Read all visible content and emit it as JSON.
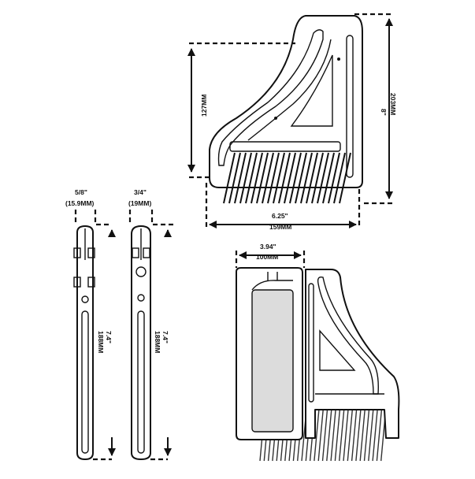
{
  "diagram": {
    "main_view": {
      "height_upper_label": "127MM",
      "height_inch_label": "8\"",
      "height_mm_label": "203MM",
      "width_inch_label": "6.25\"",
      "width_mm_label": "159MM"
    },
    "edge_view_narrow": {
      "thickness_inch_label": "5/8\"",
      "thickness_mm_label": "(15.9MM)",
      "length_inch_label": "7.4\"",
      "length_mm_label": "188MM"
    },
    "edge_view_wide": {
      "thickness_inch_label": "3/4\"",
      "thickness_mm_label": "(19MM)",
      "length_inch_label": "7.4\"",
      "length_mm_label": "188MM"
    },
    "perspective_view": {
      "width_inch_label": "3.94\"",
      "width_mm_label": "100MM"
    }
  }
}
